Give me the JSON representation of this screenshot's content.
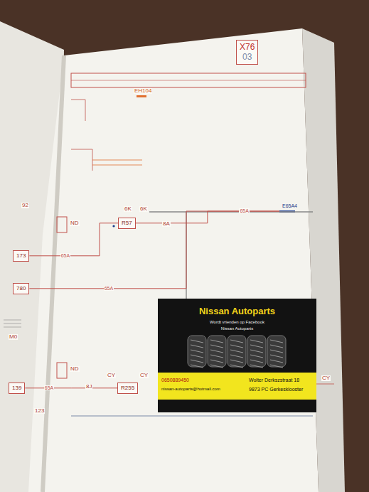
{
  "diagram": {
    "nodes": [
      {
        "text": [
          "X76",
          "03"
        ]
      },
      {
        "text": [
          "173"
        ]
      },
      {
        "text": [
          "R57"
        ]
      },
      {
        "text": [
          "E65A4"
        ]
      },
      {
        "text": [
          "780"
        ]
      },
      {
        "text": [
          "139"
        ]
      },
      {
        "text": [
          "R255"
        ]
      },
      {
        "text": [
          "Nissan Autoparts",
          "Wordt vrienden op Facebook",
          "Nissan Autoparts",
          "0650889450",
          "nissan-autoparts@hotmail.com",
          "Wolter Derkszstraat 18",
          "9873 PC Gerkesklooster"
        ]
      }
    ],
    "edges": [
      {
        "from": 1,
        "to": 2,
        "label": "65A",
        "arrow": "none"
      },
      {
        "from": 2,
        "to": 3,
        "label": "65A",
        "arrow": "none"
      },
      {
        "from": 4,
        "to": 3,
        "label": "65A",
        "arrow": "none"
      },
      {
        "from": 5,
        "to": 6,
        "label": "65A",
        "arrow": "none"
      }
    ],
    "labels": [
      "EH104",
      "6K",
      "6K",
      "8A",
      "ND",
      "ND",
      "8J",
      "CY",
      "CY",
      "CY",
      "92",
      "M0",
      "123"
    ]
  }
}
